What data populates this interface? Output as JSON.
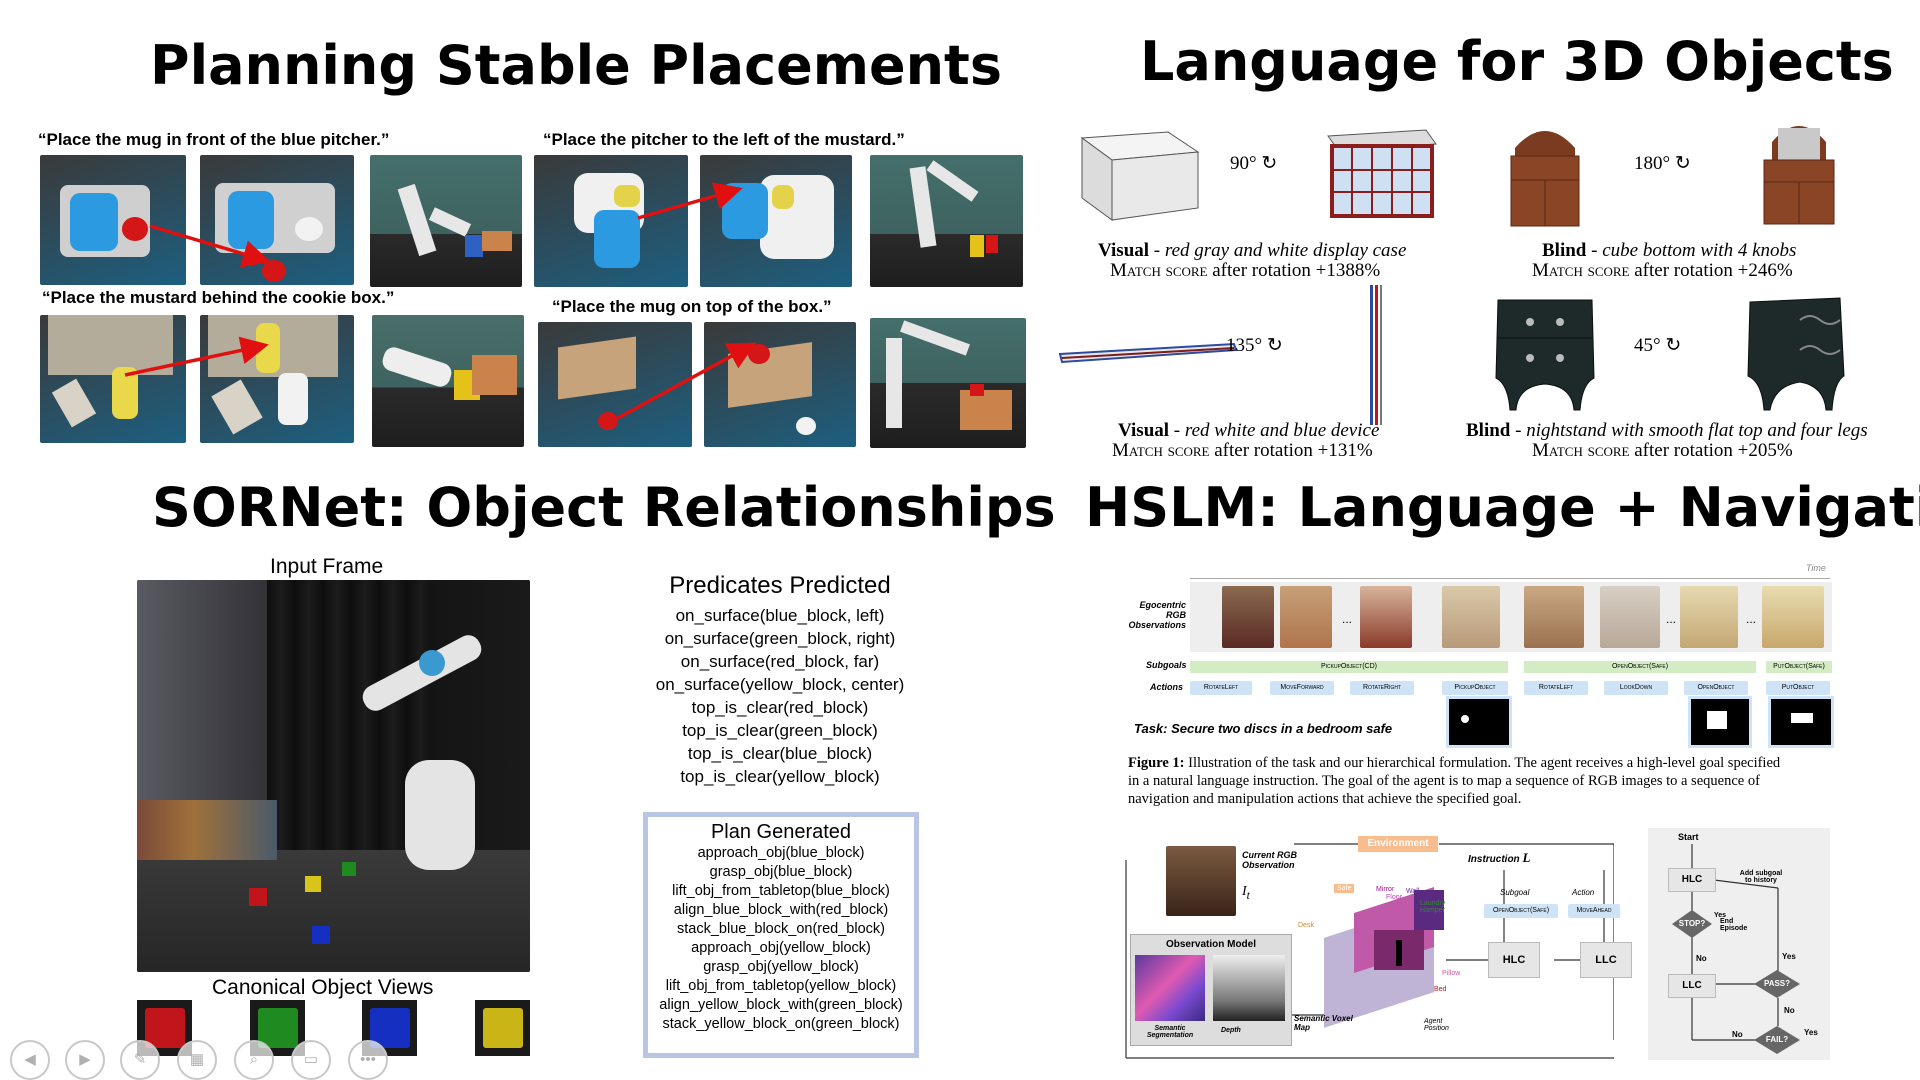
{
  "q1": {
    "title": "Planning Stable Placements",
    "captions": [
      "“Place the mug in front of the blue pitcher.”",
      "“Place the pitcher to the left of the mustard.”",
      "“Place the mustard behind the cookie box.”",
      "“Place the mug on top of the box.”"
    ]
  },
  "q2": {
    "title": "Language for 3D Objects",
    "rot1": "90°",
    "rot2": "180°",
    "rot3": "135°",
    "rot4": "45°",
    "items": [
      {
        "kind": "Visual",
        "desc": " - red gray and white display case",
        "score": "after rotation +1388%"
      },
      {
        "kind": "Blind",
        "desc": " - cube bottom with 4 knobs",
        "score": "after rotation +246%"
      },
      {
        "kind": "Visual",
        "desc": " - red white and blue device",
        "score": "after rotation +131%"
      },
      {
        "kind": "Blind",
        "desc": " - nightstand with smooth flat top and four legs",
        "score": "after rotation +205%"
      }
    ],
    "match_word": "Match score"
  },
  "q3": {
    "title": "SORNet: Object Relationships",
    "input_frame": "Input Frame",
    "canonical": "Canonical Object Views",
    "pred_heading": "Predicates Predicted",
    "predicates": [
      "on_surface(blue_block, left)",
      "on_surface(green_block, right)",
      "on_surface(red_block, far)",
      "on_surface(yellow_block, center)",
      "top_is_clear(red_block)",
      "top_is_clear(green_block)",
      "top_is_clear(blue_block)",
      "top_is_clear(yellow_block)"
    ],
    "plan_heading": "Plan Generated",
    "plan": [
      "approach_obj(blue_block)",
      "grasp_obj(blue_block)",
      "lift_obj_from_tabletop(blue_block)",
      "align_blue_block_with(red_block)",
      "stack_blue_block_on(red_block)",
      "approach_obj(yellow_block)",
      "grasp_obj(yellow_block)",
      "lift_obj_from_tabletop(yellow_block)",
      "align_yellow_block_with(green_block)",
      "stack_yellow_block_on(green_block)"
    ],
    "cube_colors": [
      "#c0151b",
      "#1f8a1f",
      "#1530c0",
      "#c9b515"
    ]
  },
  "q4": {
    "title": "HSLM: Language + Navigation",
    "time": "Time",
    "egocentric": "Egocentric RGB Observations",
    "subgoals_label": "Subgoals",
    "actions_label": "Actions",
    "subgoals": [
      "PickupObject(CD)",
      "OpenObject(Safe)",
      "PutObject(Safe)"
    ],
    "actions": [
      "RotateLeft",
      "MoveForward",
      "RotateRight",
      "PickupObject",
      "RotateLeft",
      "LookDown",
      "OpenObject",
      "PutObject"
    ],
    "dots": "...",
    "task": "Task: Secure two discs in a bedroom safe",
    "fig_label": "Figure 1:",
    "fig_text": [
      " Illustration of the task and our hierarchical formulation. The agent receives a high-level goal specified",
      "in a natural language instruction. The goal of the agent is to map a sequence of RGB images to a sequence of",
      "navigation and manipulation actions that achieve the specified goal."
    ],
    "diagram": {
      "environment": "Environment",
      "current_rgb": "Current RGB Observation",
      "it": "I",
      "it_sub": "t",
      "instruction": "Instruction",
      "instr_var": "L",
      "obs_model": "Observation Model",
      "sem_seg": "Semantic Segmentation",
      "depth": "Depth",
      "svm": "Semantic Voxel Map",
      "agent_pos": "Agent Position",
      "subgoal": "Subgoal",
      "action": "Action",
      "subgoal_val": "OpenObject(Safe)",
      "action_val": "MoveAhead",
      "hlc": "HLC",
      "llc": "LLC",
      "voxel_labels": [
        "Safe",
        "Mirror",
        "Floor",
        "Wall",
        "Laundry Hamper",
        "Desk",
        "Pillow",
        "Bed"
      ]
    },
    "flow": {
      "start": "Start",
      "hlc": "HLC",
      "stop": "STOP?",
      "end": "End Episode",
      "yes": "Yes",
      "no": "No",
      "llc": "LLC",
      "pass": "PASS?",
      "fail": "FAIL?",
      "add": "Add subgoal to history"
    }
  },
  "nav": {
    "icons": [
      "prev-icon",
      "next-icon",
      "pen-icon",
      "gallery-icon",
      "zoom-icon",
      "subtitle-icon",
      "more-icon"
    ]
  }
}
